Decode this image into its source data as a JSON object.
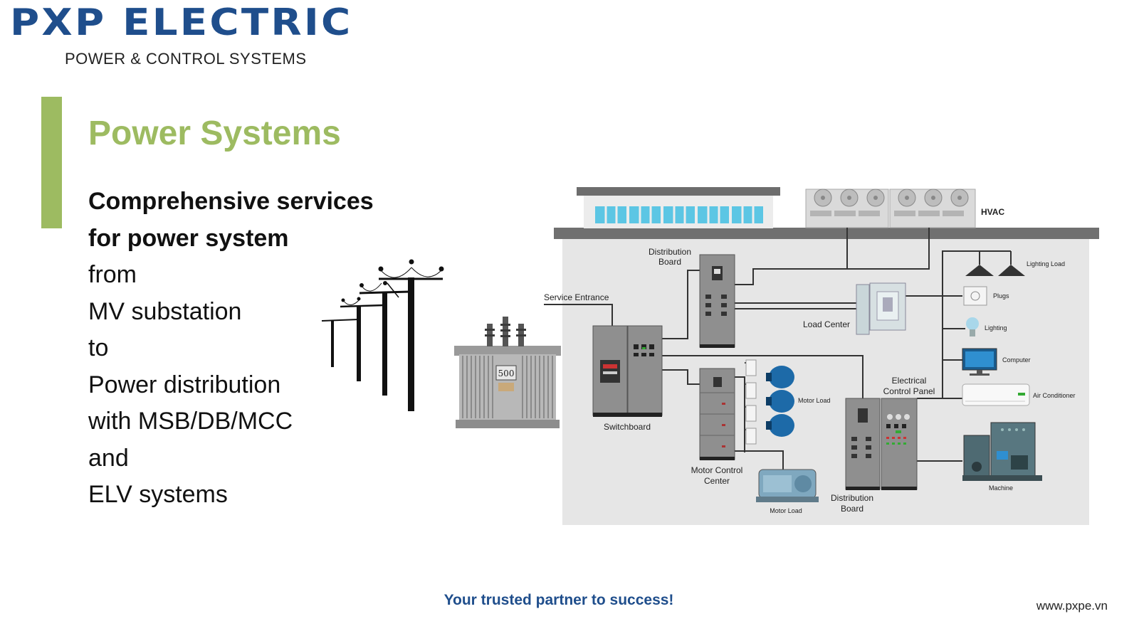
{
  "brand": {
    "name": "PXP ELECTRIC",
    "tagline_top": "POWER & CONTROL SYSTEMS",
    "accent_color": "#9dbb61",
    "brand_color": "#1f4e8c"
  },
  "section": {
    "title": "Power Systems",
    "lines": [
      {
        "text": "Comprehensive services",
        "bold": true
      },
      {
        "text": "for power system",
        "bold": true
      },
      {
        "text": "from",
        "bold": false
      },
      {
        "text": "MV substation",
        "bold": false
      },
      {
        "text": "to",
        "bold": false
      },
      {
        "text": "Power distribution",
        "bold": false
      },
      {
        "text": "with MSB/DB/MCC",
        "bold": false
      },
      {
        "text": "and",
        "bold": false
      },
      {
        "text": "ELV systems",
        "bold": false
      }
    ]
  },
  "diagram": {
    "transformer_plate": "500",
    "labels": {
      "hvac": "HVAC",
      "distribution_board_top_1": "Distribution",
      "distribution_board_top_2": "Board",
      "service_entrance": "Service Entrance",
      "load_center": "Load Center",
      "lighting_load": "Lighting Load",
      "plugs": "Plugs",
      "lighting": "Lighting",
      "computer": "Computer",
      "air_conditioner": "Air Conditioner",
      "switchboard": "Switchboard",
      "motor_load_right": "Motor Load",
      "electrical_control_panel_1": "Electrical",
      "electrical_control_panel_2": "Control Panel",
      "motor_control_center_1": "Motor Control",
      "motor_control_center_2": "Center",
      "motor_load_bottom": "Motor Load",
      "distribution_board_bottom_1": "Distribution",
      "distribution_board_bottom_2": "Board",
      "machine": "Machine"
    }
  },
  "footer": {
    "tagline": "Your trusted partner to success!",
    "website": "www.pxpe.vn"
  }
}
